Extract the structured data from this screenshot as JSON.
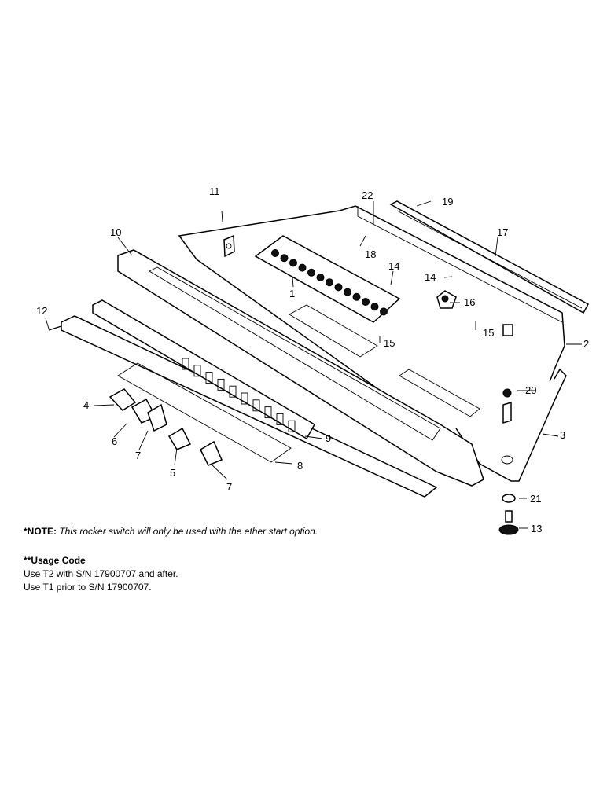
{
  "callouts": [
    "1",
    "2",
    "3",
    "4",
    "5",
    "6",
    "7",
    "7",
    "8",
    "9",
    "10",
    "11",
    "12",
    "13",
    "14",
    "14",
    "15",
    "15",
    "16",
    "17",
    "18",
    "19",
    "20",
    "21",
    "22"
  ],
  "notes": {
    "note_key": "*NOTE:",
    "note_text": "This rocker switch will only be used with the ether start option.",
    "usage_heading": "**Usage Code",
    "usage_lines": [
      "Use T2 with S/N 17900707 and after.",
      "Use T1 prior to S/N 17900707."
    ]
  }
}
